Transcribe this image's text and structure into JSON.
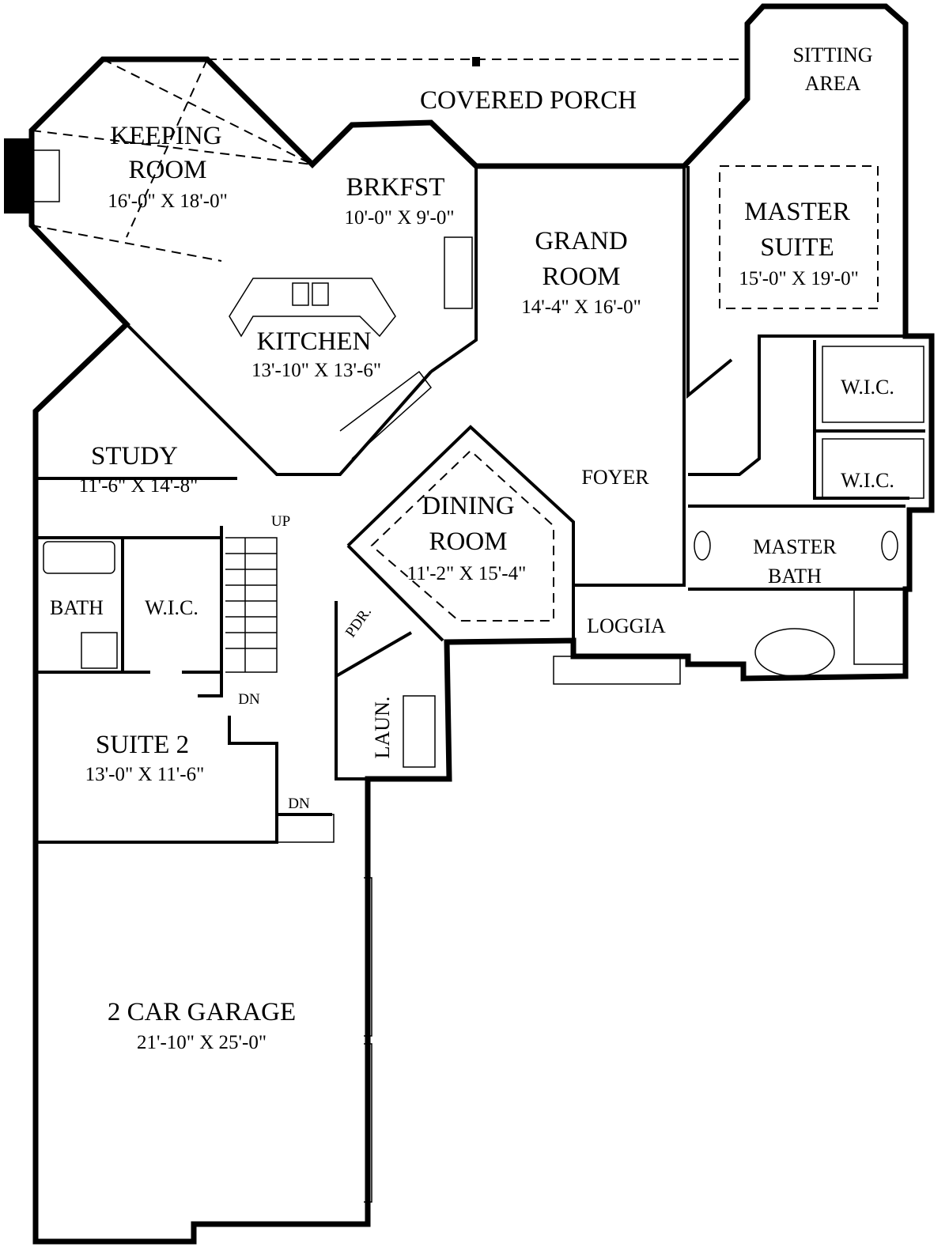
{
  "title": "Floor Plan",
  "rooms": {
    "sitting": {
      "line1": "SITTING",
      "line2": "AREA"
    },
    "porch": {
      "name": "COVERED PORCH"
    },
    "keeping": {
      "line1": "KEEPING",
      "line2": "ROOM",
      "dims": "16'-0\" X 18'-0\""
    },
    "brkfst": {
      "name": "BRKFST",
      "dims": "10'-0\" X 9'-0\""
    },
    "grand": {
      "line1": "GRAND",
      "line2": "ROOM",
      "dims": "14'-4\" X 16'-0\""
    },
    "master_suite": {
      "line1": "MASTER",
      "line2": "SUITE",
      "dims": "15'-0\" X 19'-0\""
    },
    "kitchen": {
      "name": "KITCHEN",
      "dims": "13'-10\" X 13'-6\""
    },
    "wic_master_1": {
      "name": "W.I.C."
    },
    "wic_master_2": {
      "name": "W.I.C."
    },
    "study": {
      "name": "STUDY",
      "dims": "11'-6\" X 14'-8\""
    },
    "foyer": {
      "name": "FOYER"
    },
    "dining": {
      "line1": "DINING",
      "line2": "ROOM",
      "dims": "11'-2\" X 15'-4\""
    },
    "master_bath": {
      "line1": "MASTER",
      "line2": "BATH"
    },
    "bath": {
      "name": "BATH"
    },
    "wic_suite": {
      "name": "W.I.C."
    },
    "loggia": {
      "name": "LOGGIA"
    },
    "pdr": {
      "name": "PDR."
    },
    "suite2": {
      "name": "SUITE 2",
      "dims": "13'-0\" X 11'-6\""
    },
    "laun": {
      "name": "LAUN."
    },
    "garage": {
      "name": "2 CAR GARAGE",
      "dims": "21'-10\" X 25'-0\""
    }
  },
  "stairs": {
    "up": "UP",
    "dn": "DN",
    "dn_garage": "DN"
  }
}
